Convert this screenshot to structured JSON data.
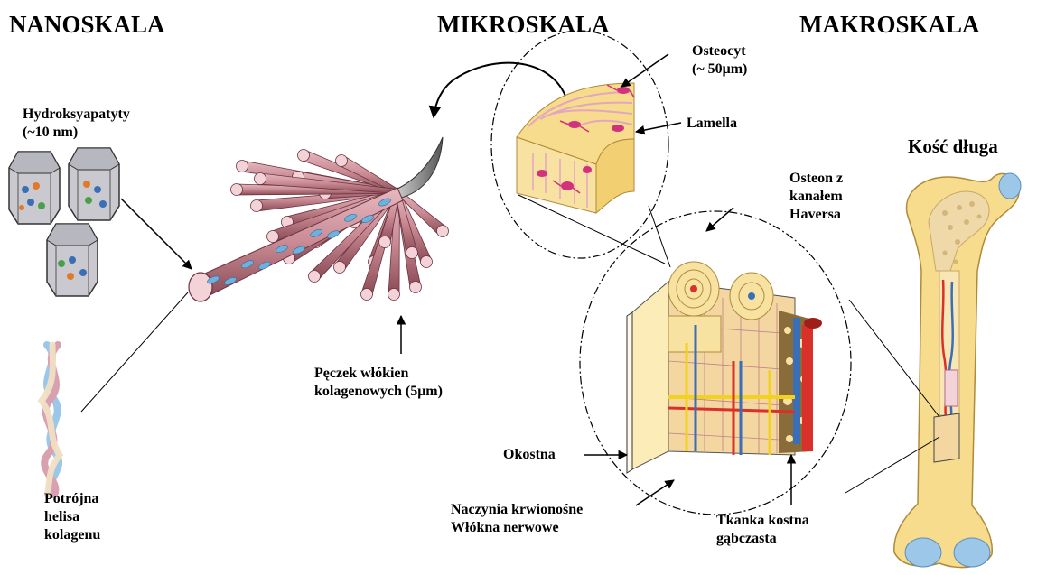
{
  "headers": {
    "nano": "NANOSKALA",
    "micro": "MIKROSKALA",
    "macro": "MAKROSKALA"
  },
  "labels": {
    "hydroxyapatite": [
      "Hydroksyapatyty",
      "(~10 nm)"
    ],
    "triple_helix": [
      "Potrójna",
      "helisa",
      "kolagenu"
    ],
    "fiber_bundle": [
      "Pęczek włókien",
      "kolagenowych (5μm)"
    ],
    "osteocyte": [
      "Osteocyt",
      "(~ 50μm)"
    ],
    "lamella": "Lamella",
    "osteon": [
      "Osteon z",
      "kanałem",
      "Haversa"
    ],
    "long_bone": "Kość długa",
    "periosteum": "Okostna",
    "vessels_nerves": [
      "Naczynia krwionośne",
      "Włókna nerwowe"
    ],
    "spongy_bone": [
      "Tkanka kostna",
      "gąbczasta"
    ]
  },
  "colors": {
    "collagen": "#c98a94",
    "collagen_dark": "#8a4a55",
    "crystal_blue": "#6fb0dc",
    "bone_yellow": "#f6dc8c",
    "bone_light": "#fbecb8",
    "osteocyte_magenta": "#d2327c",
    "artery_red": "#d9302a",
    "vein_blue": "#3a6fb8",
    "nerve_yellow": "#f2d21e",
    "cartilage_blue": "#9cc7e8"
  }
}
